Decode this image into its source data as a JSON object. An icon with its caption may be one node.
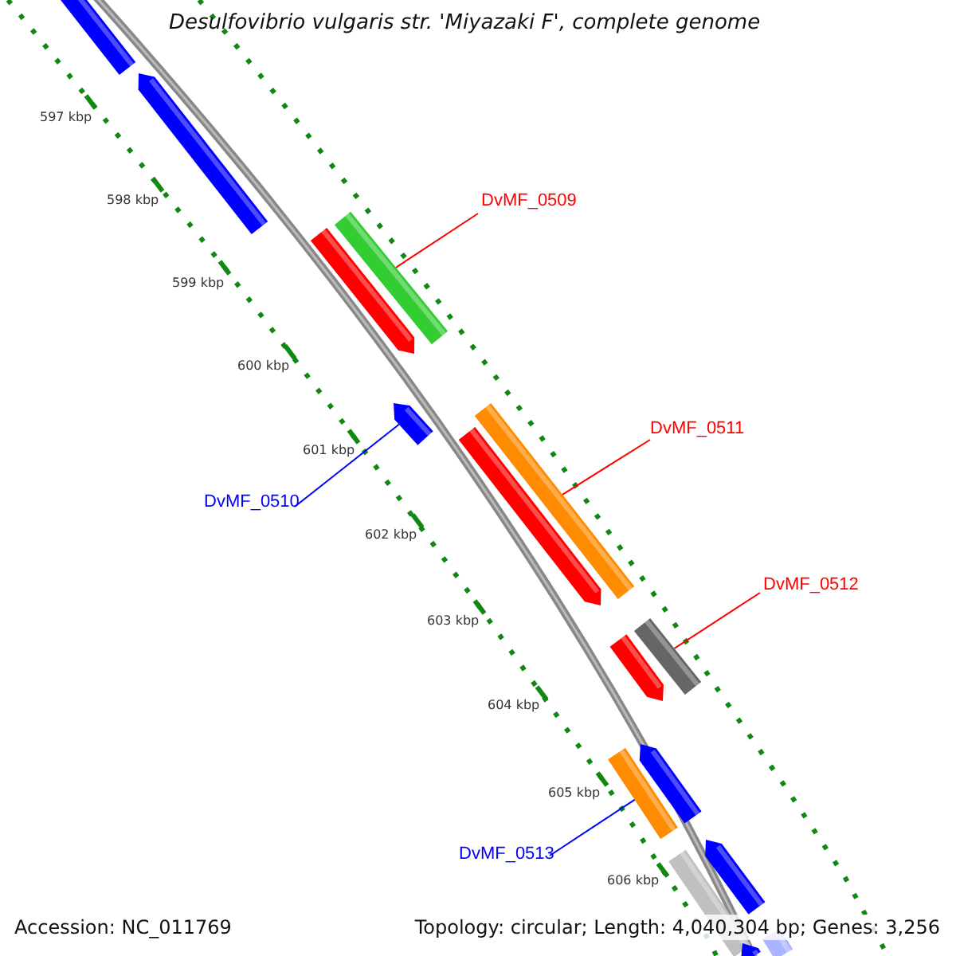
{
  "diagram": {
    "title": "Desulfovibrio vulgaris str. 'Miyazaki F', complete genome",
    "nodes": [
      {
        "text": [],
        "shape": "bar"
      },
      {
        "text": [],
        "shape": "bar"
      },
      {
        "text": [
          "DvMF_0509"
        ]
      },
      {
        "text": [],
        "shape": "bar"
      },
      {
        "text": [],
        "shape": "bar"
      },
      {
        "text": [],
        "shape": "bar"
      },
      {
        "text": [],
        "shape": "bar"
      },
      {
        "text": [
          "DvMF_0511"
        ]
      },
      {
        "text": [],
        "shape": "bar"
      },
      {
        "text": [
          "DvMF_0510"
        ]
      },
      {
        "text": [
          "DvMF_0512"
        ]
      },
      {
        "text": [],
        "shape": "bar"
      },
      {
        "text": [],
        "shape": "bar"
      },
      {
        "text": [],
        "shape": "bar"
      },
      {
        "text": [],
        "shape": "bar"
      },
      {
        "text": [],
        "shape": "bar"
      },
      {
        "text": [
          "DvMF_0513"
        ]
      },
      {
        "text": [],
        "shape": "bar"
      },
      {
        "text": [],
        "shape": "bar"
      },
      {
        "text": [],
        "shape": "bar"
      }
    ],
    "edges": [
      {
        "from": 2,
        "to": 3,
        "arrow": "none"
      },
      {
        "from": 7,
        "to": 6,
        "arrow": "none"
      },
      {
        "from": 9,
        "to": 5,
        "arrow": "none",
        "color": "#0000ff"
      },
      {
        "from": 10,
        "to": 11,
        "arrow": "none"
      },
      {
        "from": 16,
        "to": 14,
        "arrow": "none",
        "color": "#0000ff"
      }
    ],
    "labels": [
      "597 kbp",
      "598 kbp",
      "599 kbp",
      "600 kbp",
      "601 kbp",
      "602 kbp",
      "603 kbp",
      "604 kbp",
      "605 kbp",
      "606 kbp",
      "Accession: NC_011769",
      "Topology: circular; Length: 4,040,304 bp; Genes: 3,256"
    ]
  }
}
